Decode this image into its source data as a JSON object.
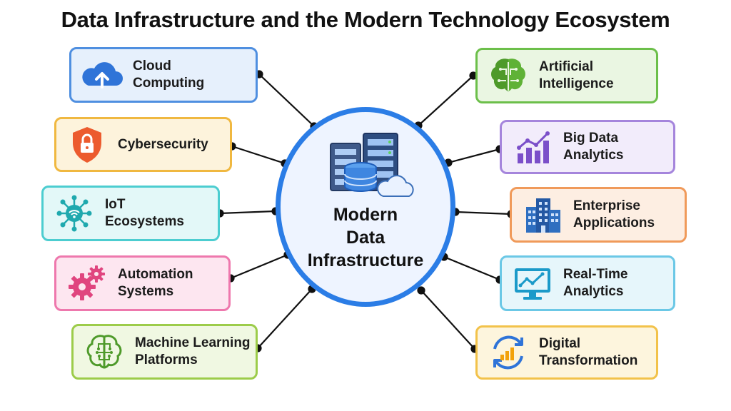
{
  "title": "Data Infrastructure and the Modern Technology Ecosystem",
  "hub": {
    "label": "Modern\nData\nInfrastructure",
    "icon": "server-database-cloud-icon",
    "border_color": "#2b7de6"
  },
  "left_nodes": [
    {
      "label": "Cloud\nComputing",
      "icon": "cloud-upload-icon",
      "border": "#4f8fe0",
      "fill": "#e6f0fc"
    },
    {
      "label": "Cybersecurity",
      "icon": "shield-lock-icon",
      "border": "#f0b840",
      "fill": "#fdf3dc"
    },
    {
      "label": "IoT\nEcosystems",
      "icon": "iot-network-icon",
      "border": "#4ccdd0",
      "fill": "#e3f8f8"
    },
    {
      "label": "Automation\nSystems",
      "icon": "gears-icon",
      "border": "#ee78ad",
      "fill": "#fde6f0"
    },
    {
      "label": "Machine Learning\nPlatforms",
      "icon": "circuit-brain-icon",
      "border": "#9ccc4a",
      "fill": "#f0f8e2"
    }
  ],
  "right_nodes": [
    {
      "label": "Artificial\nIntelligence",
      "icon": "ai-brain-icon",
      "border": "#6cbf4a",
      "fill": "#eaf6e2"
    },
    {
      "label": "Big Data\nAnalytics",
      "icon": "bar-chart-icon",
      "border": "#a585dc",
      "fill": "#f2ecfb"
    },
    {
      "label": "Enterprise\nApplications",
      "icon": "office-building-icon",
      "border": "#f09a5a",
      "fill": "#fdeee2"
    },
    {
      "label": "Real-Time\nAnalytics",
      "icon": "monitor-chart-icon",
      "border": "#6bc8e6",
      "fill": "#e6f6fb"
    },
    {
      "label": "Digital\nTransformation",
      "icon": "refresh-chart-icon",
      "border": "#f2c24a",
      "fill": "#fdf5dd"
    }
  ]
}
